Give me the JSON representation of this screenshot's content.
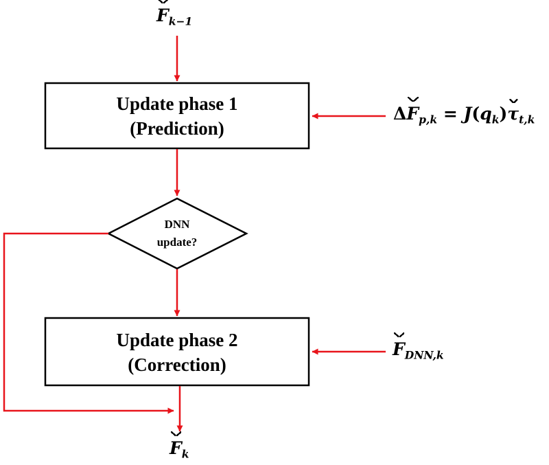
{
  "diagram": {
    "input_top": {
      "symbol": "F",
      "subscript": "k−1"
    },
    "box1": {
      "line1": "Update phase 1",
      "line2": "(Prediction)"
    },
    "box1_input": {
      "prefix": "Δ",
      "symbol": "F",
      "subscript": "p,k",
      "equals": "=",
      "rhs_func": "J",
      "rhs_open": "(",
      "rhs_var": "q",
      "rhs_var_sub": "k",
      "rhs_close": ")",
      "rhs_tau": "τ",
      "rhs_tau_sub": "t,k"
    },
    "decision": {
      "line1": "DNN",
      "line2": "update?"
    },
    "box2": {
      "line1": "Update phase 2",
      "line2": "(Correction)"
    },
    "box2_input": {
      "symbol": "F",
      "subscript": "DNN,k"
    },
    "output_bottom": {
      "symbol": "F",
      "subscript": "k"
    },
    "colors": {
      "arrow": "#e8141b",
      "stroke": "#000000",
      "background": "#ffffff"
    }
  }
}
